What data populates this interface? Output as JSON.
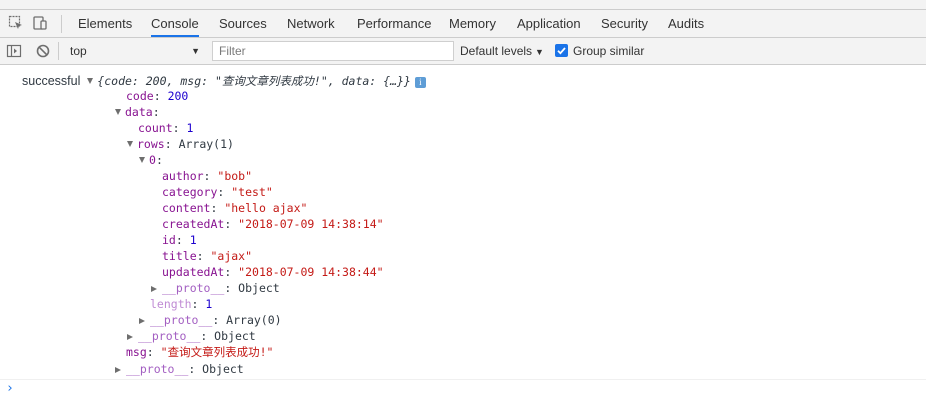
{
  "toolbar": {
    "icons": [
      "inspect-element-icon",
      "device-toolbar-icon"
    ],
    "tabs": [
      "Elements",
      "Console",
      "Sources",
      "Network",
      "Performance",
      "Memory",
      "Application",
      "Security",
      "Audits"
    ],
    "active_tab": "Console"
  },
  "filterbar": {
    "context": "top",
    "filter_placeholder": "Filter",
    "levels": "Default levels",
    "group_similar": "Group similar",
    "group_similar_checked": true,
    "accent_color": "#1a73e8"
  },
  "console": {
    "prefix": "successful",
    "preview": "{code: 200, msg: \"查询文章列表成功!\", data: {…}}",
    "info_badge": "i",
    "lines": {
      "code_key": "code",
      "code_val": "200",
      "data_key": "data",
      "data_colon": ":",
      "count_key": "count",
      "count_val": "1",
      "rows_key": "rows",
      "rows_val": "Array(1)",
      "idx_key": "0",
      "idx_colon": ":",
      "author_key": "author",
      "author_val": "\"bob\"",
      "category_key": "category",
      "category_val": "\"test\"",
      "content_key": "content",
      "content_val": "\"hello ajax\"",
      "createdAt_key": "createdAt",
      "createdAt_val": "\"2018-07-09 14:38:14\"",
      "id_key": "id",
      "id_val": "1",
      "title_key": "title",
      "title_val": "\"ajax\"",
      "updatedAt_key": "updatedAt",
      "updatedAt_val": "\"2018-07-09 14:38:44\"",
      "proto1_key": "__proto__",
      "proto1_val": "Object",
      "length_key": "length",
      "length_val": "1",
      "proto2_key": "__proto__",
      "proto2_val": "Array(0)",
      "proto3_key": "__proto__",
      "proto3_val": "Object",
      "msg_key": "msg",
      "msg_val": "\"查询文章列表成功!\"",
      "proto4_key": "__proto__",
      "proto4_val": "Object"
    },
    "prompt": "›"
  }
}
